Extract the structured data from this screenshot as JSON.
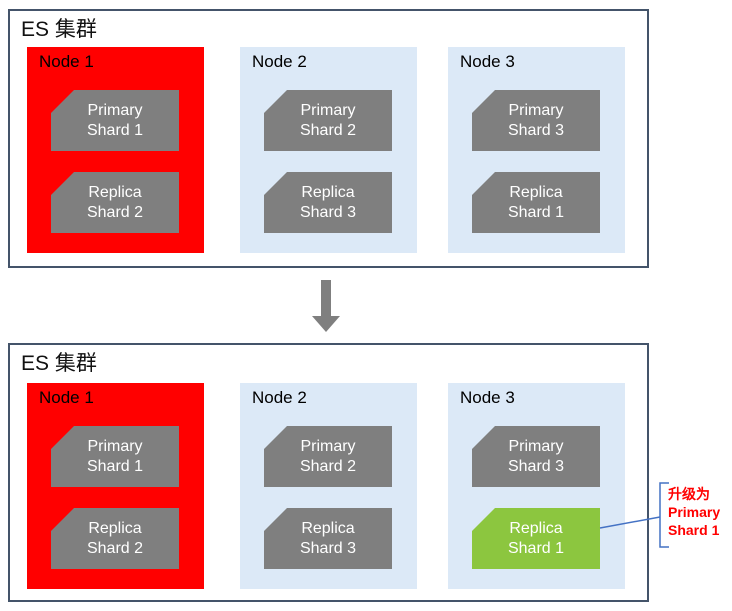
{
  "colors": {
    "cluster-border": "#44546A",
    "node-failed-bg": "#FF0000",
    "node-bg": "#DCE9F7",
    "shard-bg": "#7F7F7F",
    "shard-promoted-bg": "#8CC63F",
    "shard-text": "#FFFFFF",
    "arrow": "#7F7F7F",
    "annotation-red": "#FF0000",
    "callout-blue": "#4472C4"
  },
  "clusters": [
    {
      "title": "ES 集群",
      "nodes": [
        {
          "label": "Node 1",
          "status": "failed",
          "shards": [
            {
              "line1": "Primary",
              "line2": "Shard 1"
            },
            {
              "line1": "Replica",
              "line2": "Shard 2"
            }
          ]
        },
        {
          "label": "Node 2",
          "status": "normal",
          "shards": [
            {
              "line1": "Primary",
              "line2": "Shard 2"
            },
            {
              "line1": "Replica",
              "line2": "Shard 3"
            }
          ]
        },
        {
          "label": "Node 3",
          "status": "normal",
          "shards": [
            {
              "line1": "Primary",
              "line2": "Shard 3"
            },
            {
              "line1": "Replica",
              "line2": "Shard 1"
            }
          ]
        }
      ]
    },
    {
      "title": "ES 集群",
      "nodes": [
        {
          "label": "Node 1",
          "status": "failed",
          "shards": [
            {
              "line1": "Primary",
              "line2": "Shard 1"
            },
            {
              "line1": "Replica",
              "line2": "Shard 2"
            }
          ]
        },
        {
          "label": "Node 2",
          "status": "normal",
          "shards": [
            {
              "line1": "Primary",
              "line2": "Shard 2"
            },
            {
              "line1": "Replica",
              "line2": "Shard 3"
            }
          ]
        },
        {
          "label": "Node 3",
          "status": "normal",
          "shards": [
            {
              "line1": "Primary",
              "line2": "Shard 3"
            },
            {
              "line1": "Replica",
              "line2": "Shard 1",
              "promoted": true
            }
          ]
        }
      ]
    }
  ],
  "annotation": {
    "line1": "升级为",
    "line2": "Primary",
    "line3": "Shard 1"
  }
}
